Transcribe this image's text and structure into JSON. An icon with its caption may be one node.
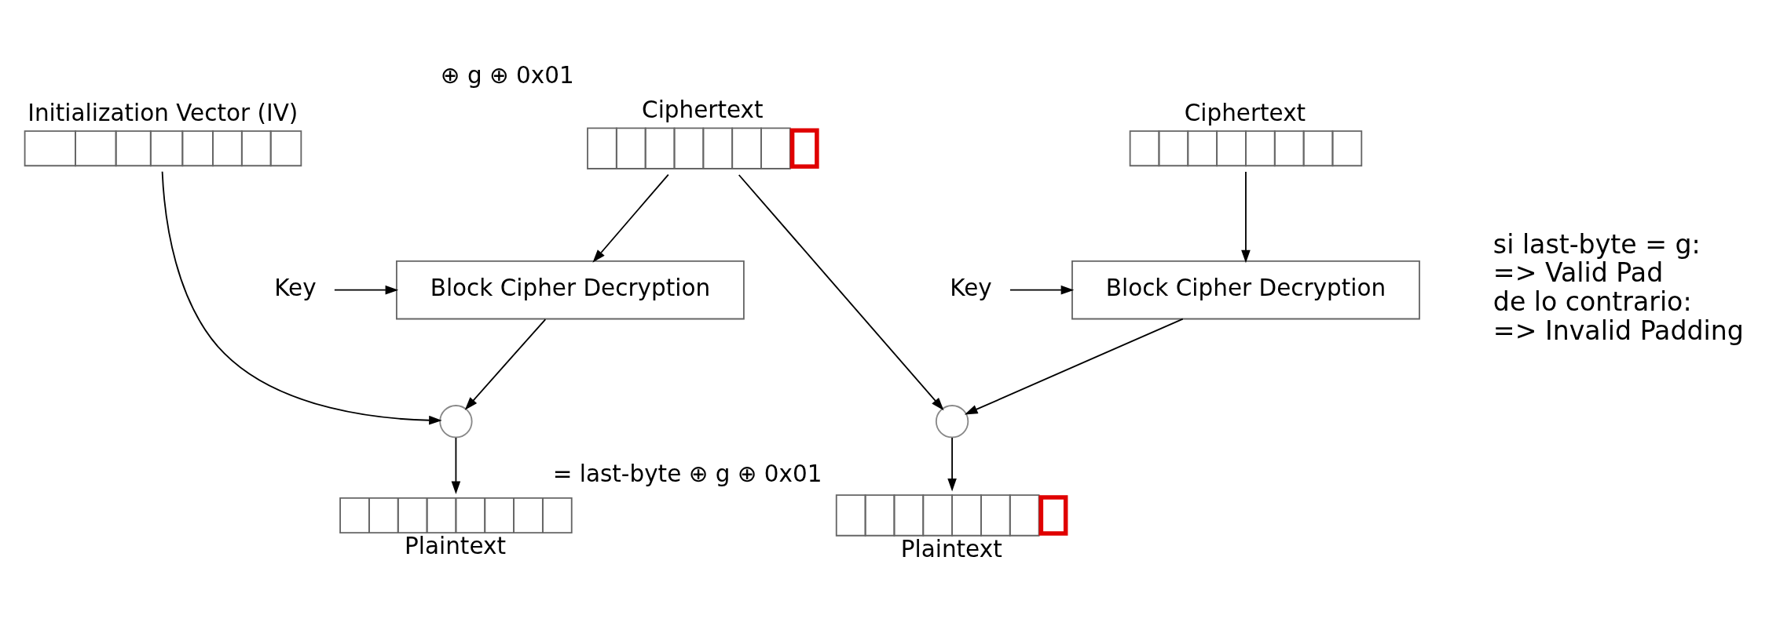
{
  "diagram": {
    "nodes": [
      {
        "text": [
          "Initialization Vector (IV)"
        ]
      },
      {
        "text": [
          "Ciphertext"
        ],
        "beside": [
          "⊕ g ⊕ 0x01"
        ]
      },
      {
        "text": [
          "Key"
        ]
      },
      {
        "text": [
          "Block Cipher Decryption"
        ]
      },
      {
        "text": [],
        "shape": "circle"
      },
      {
        "text": [
          "Plaintext"
        ]
      },
      {
        "text": [
          "Ciphertext"
        ]
      },
      {
        "text": [
          "Key"
        ]
      },
      {
        "text": [
          "Block Cipher Decryption"
        ]
      },
      {
        "text": [],
        "shape": "circle"
      },
      {
        "text": [
          "Plaintext"
        ],
        "beside": [
          "= last-byte ⊕ g ⊕ 0x01"
        ]
      }
    ],
    "edges": [
      {
        "from": 0,
        "to": 4,
        "arrow": "to"
      },
      {
        "from": 1,
        "to": 3,
        "arrow": "to"
      },
      {
        "from": 2,
        "to": 3,
        "arrow": "to"
      },
      {
        "from": 3,
        "to": 4,
        "arrow": "to"
      },
      {
        "from": 4,
        "to": 5,
        "arrow": "to"
      },
      {
        "from": 1,
        "to": 9,
        "arrow": "to"
      },
      {
        "from": 6,
        "to": 8,
        "arrow": "to"
      },
      {
        "from": 7,
        "to": 8,
        "arrow": "to"
      },
      {
        "from": 8,
        "to": 9,
        "arrow": "to"
      },
      {
        "from": 9,
        "to": 10,
        "arrow": "to"
      }
    ],
    "labels": [
      "si last-byte = g:",
      "=> Valid Pad",
      "de lo contrario:",
      "=> Invalid Padding"
    ]
  }
}
